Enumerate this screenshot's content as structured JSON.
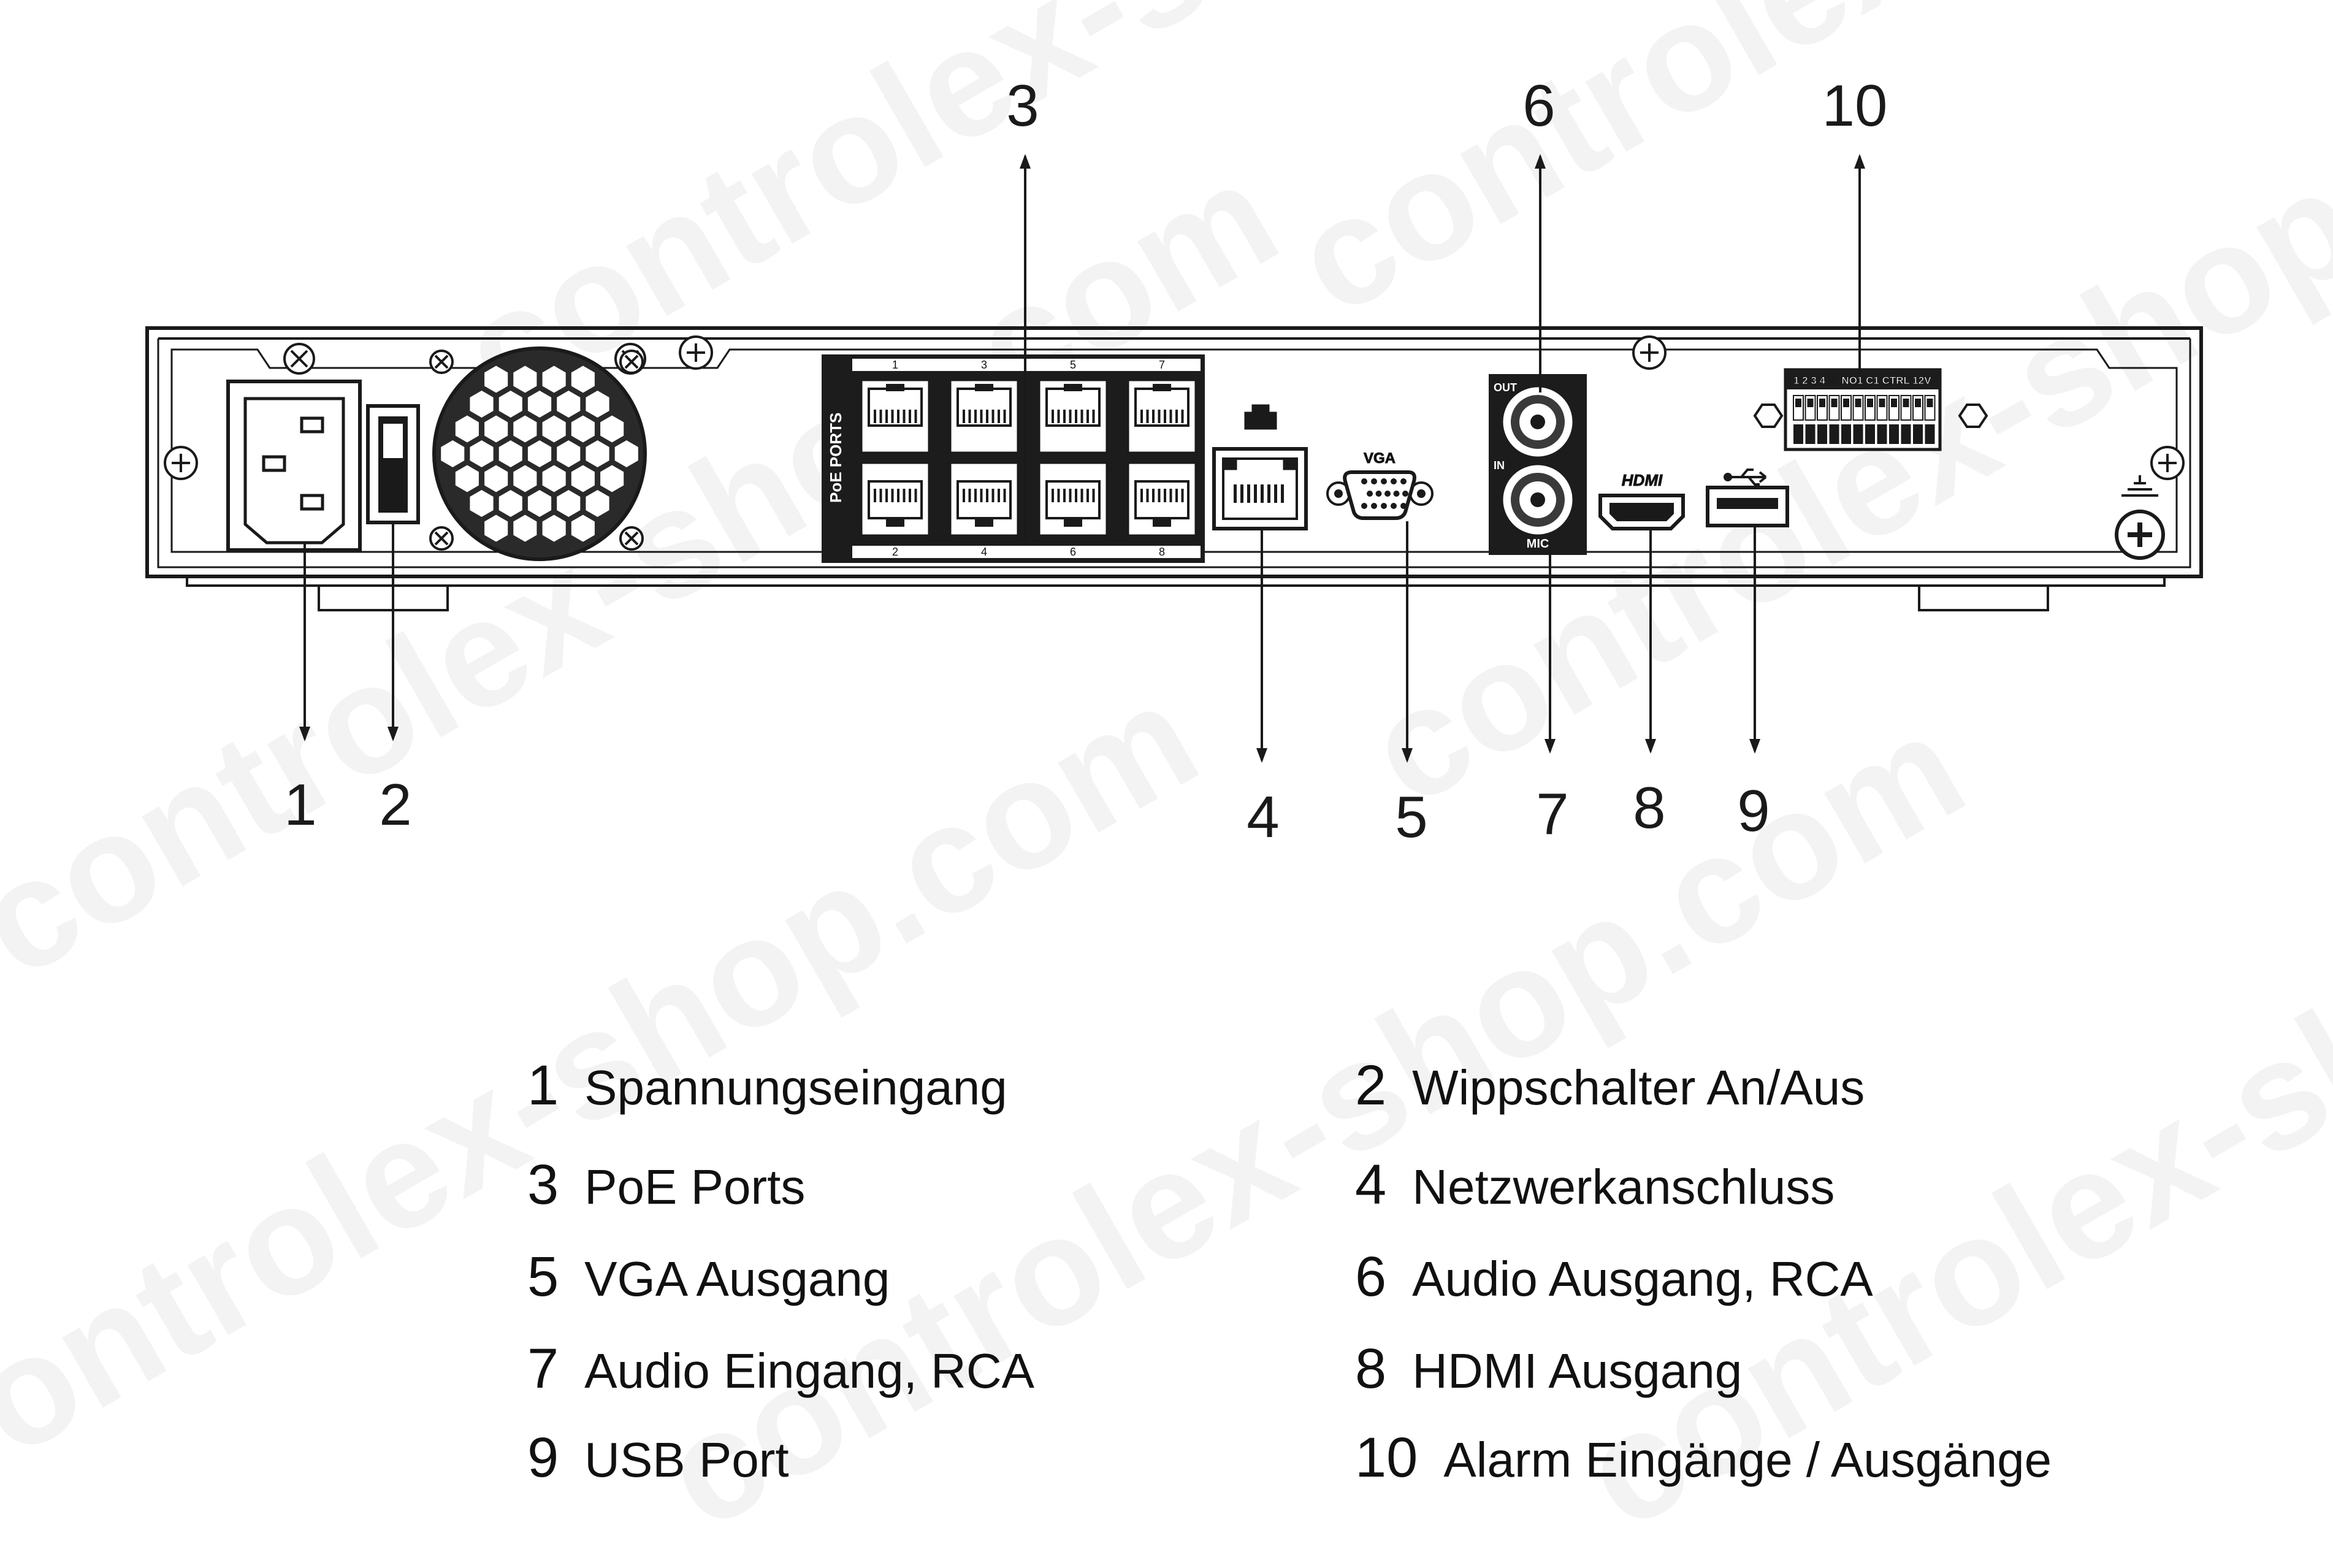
{
  "labels": {
    "poe_ports": "PoE PORTS",
    "vga": "VGA",
    "audio_out": "OUT",
    "audio_in": "IN",
    "mic": "MIC",
    "hdmi": "HDMI",
    "poe_top": [
      "1",
      "3",
      "5",
      "7"
    ],
    "poe_bottom": [
      "2",
      "4",
      "6",
      "8"
    ],
    "alarm_terminal": "1 2 3 4 ⏚ NO1 C1 CTRL 12V"
  },
  "callouts": [
    "1",
    "2",
    "3",
    "4",
    "5",
    "6",
    "7",
    "8",
    "9",
    "10"
  ],
  "legend": [
    {
      "num": "1",
      "text": "Spannungseingang"
    },
    {
      "num": "2",
      "text": "Wippschalter An/Aus"
    },
    {
      "num": "3",
      "text": "PoE Ports"
    },
    {
      "num": "4",
      "text": "Netzwerkanschluss"
    },
    {
      "num": "5",
      "text": "VGA Ausgang"
    },
    {
      "num": "6",
      "text": "Audio Ausgang, RCA"
    },
    {
      "num": "7",
      "text": "Audio Eingang, RCA"
    },
    {
      "num": "8",
      "text": "HDMI Ausgang"
    },
    {
      "num": "9",
      "text": "USB Port"
    },
    {
      "num": "10",
      "text": "Alarm Eingänge / Ausgänge"
    }
  ],
  "watermark": "controlex-shop.com",
  "colors": {
    "line": "#1a1a1a",
    "panel": "#1c1c1c",
    "watermark": "#000000"
  }
}
